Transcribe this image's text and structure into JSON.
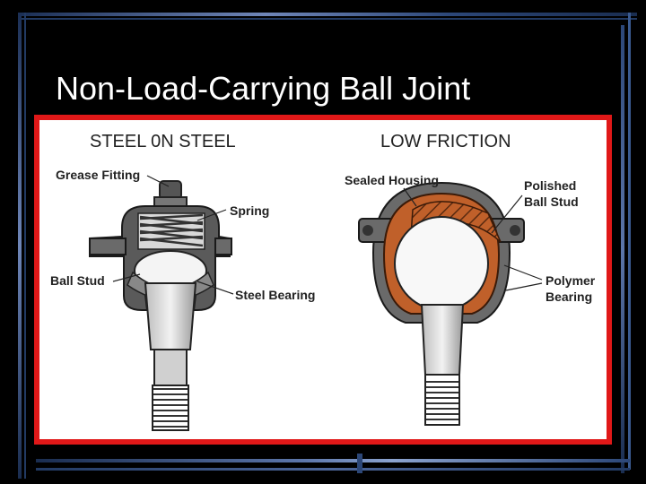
{
  "slide": {
    "title": "Non-Load-Carrying Ball Joint"
  },
  "figure": {
    "left_panel": {
      "heading": "STEEL 0N STEEL",
      "labels": {
        "grease_fitting": "Grease Fitting",
        "spring": "Spring",
        "ball_stud": "Ball Stud",
        "steel_bearing": "Steel Bearing"
      }
    },
    "right_panel": {
      "heading": "LOW FRICTION",
      "labels": {
        "sealed_housing": "Sealed Housing",
        "polished_line1": "Polished",
        "polished_line2": "Ball Stud",
        "polymer_line1": "Polymer",
        "polymer_line2": "Bearing"
      }
    }
  },
  "colors": {
    "background": "#000000",
    "frame": "#e01818",
    "accent_bar": "#3a6aa8",
    "metal_dark": "#555555",
    "metal_light": "#e8e8e8",
    "polymer": "#c0602a"
  }
}
